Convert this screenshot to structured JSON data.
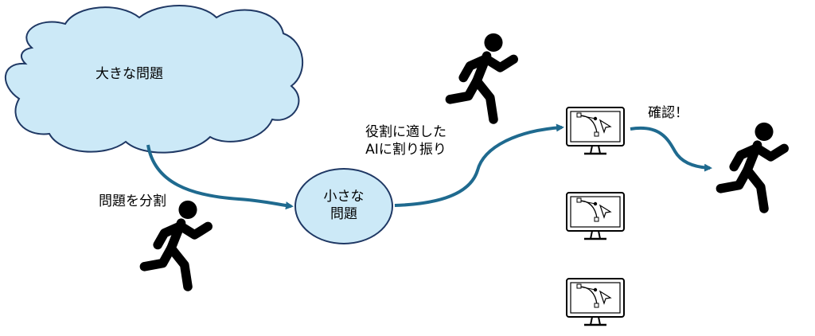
{
  "nodes": {
    "big_problem": "大きな問題",
    "small_problem_line1": "小さな",
    "small_problem_line2": "問題"
  },
  "edges": {
    "split": "問題を分割",
    "assign_line1": "役割に適した",
    "assign_line2": "AIに割り振り",
    "confirm": "確認！"
  },
  "icons": [
    "runner-icon",
    "runner-icon",
    "runner-icon",
    "monitor-drawing-icon",
    "monitor-drawing-icon",
    "monitor-drawing-icon"
  ],
  "colors": {
    "fill": "#cce9f7",
    "stroke": "#1f3864",
    "arrow": "#1f6a8f",
    "icon": "#000000"
  }
}
